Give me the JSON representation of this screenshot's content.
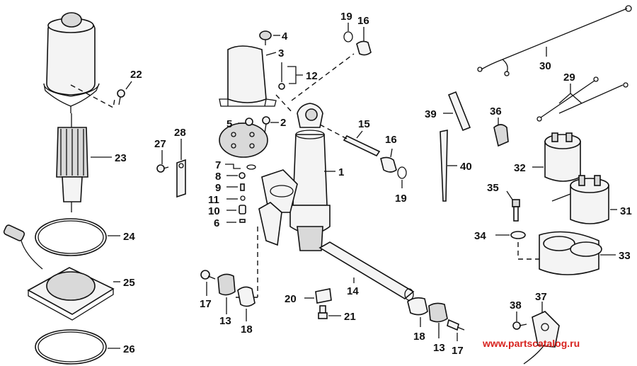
{
  "callouts": {
    "c1": "1",
    "c2": "2",
    "c3": "3",
    "c4": "4",
    "c5": "5",
    "c6": "6",
    "c7": "7",
    "c8": "8",
    "c9": "9",
    "c10": "10",
    "c11": "11",
    "c12": "12",
    "c13a": "13",
    "c13b": "13",
    "c14": "14",
    "c15": "15",
    "c16a": "16",
    "c16b": "16",
    "c17a": "17",
    "c17b": "17",
    "c18a": "18",
    "c18b": "18",
    "c19a": "19",
    "c19b": "19",
    "c20": "20",
    "c21": "21",
    "c22": "22",
    "c23": "23",
    "c24": "24",
    "c25": "25",
    "c26": "26",
    "c27": "27",
    "c28": "28",
    "c29": "29",
    "c30": "30",
    "c31": "31",
    "c32": "32",
    "c33": "33",
    "c34": "34",
    "c35": "35",
    "c36": "36",
    "c37": "37",
    "c38": "38",
    "c39": "39",
    "c40": "40"
  },
  "watermark": "www.partscatalog.ru",
  "colors": {
    "ink": "#111111",
    "watermark": "#d8231f",
    "background": "#ffffff"
  }
}
